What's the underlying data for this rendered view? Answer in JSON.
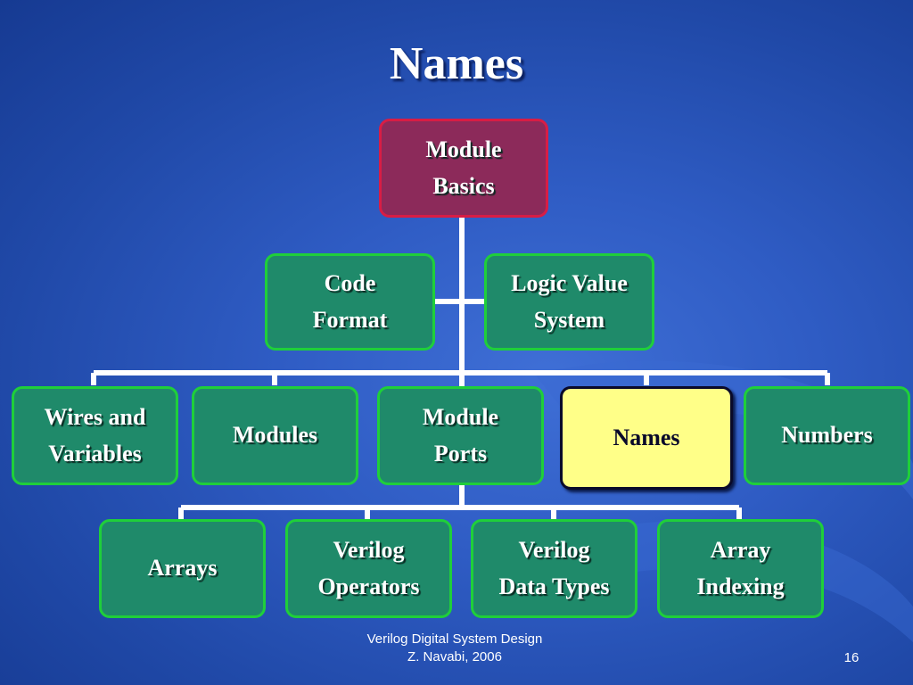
{
  "slide": {
    "title": "Names",
    "footer_line1": "Verilog Digital System Design",
    "footer_line2": "Z. Navabi, 2006",
    "page_number": "16"
  },
  "diagram": {
    "root": "Module\nBasics",
    "level1": [
      "Code\nFormat",
      "Logic Value\nSystem"
    ],
    "level2": [
      "Wires and\nVariables",
      "Modules",
      "Module\nPorts",
      "Names",
      "Numbers"
    ],
    "level3": [
      "Arrays",
      "Verilog\nOperators",
      "Verilog\nData Types",
      "Array\nIndexing"
    ],
    "highlighted": "Names"
  },
  "colors": {
    "background": "#2f5cc4",
    "box_fill": "#1f8a6a",
    "box_border": "#1fcf3a",
    "root_fill": "#8c2a5a",
    "root_border": "#d81d45",
    "highlight_fill": "#ffff88",
    "connector": "#ffffff"
  }
}
